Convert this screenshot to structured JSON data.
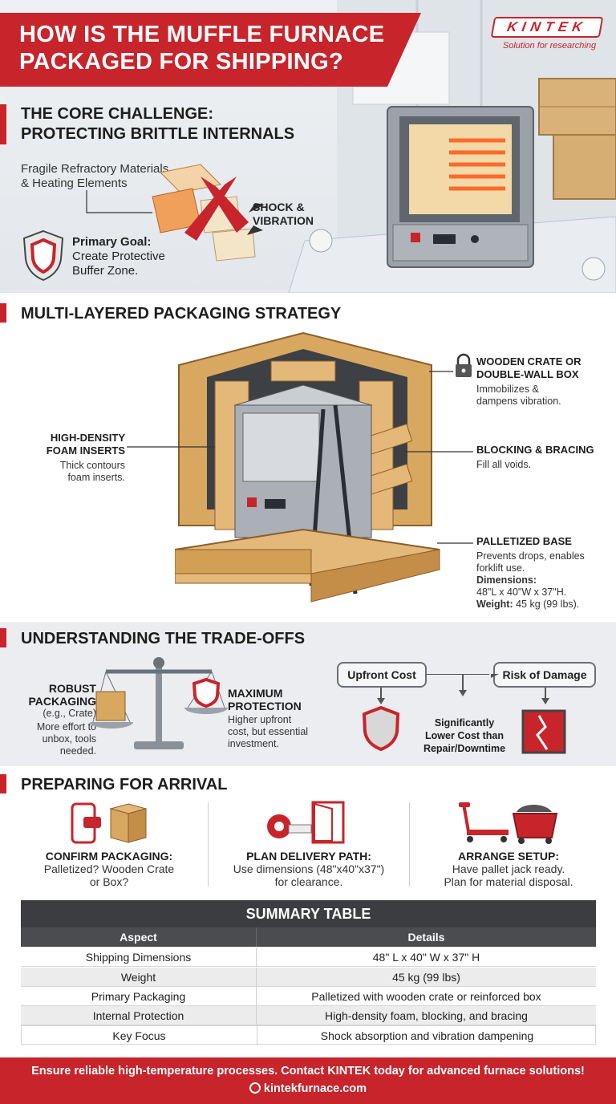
{
  "header": {
    "title_line1": "HOW IS THE MUFFLE FURNACE",
    "title_line2": "PACKAGED FOR SHIPPING?",
    "logo": "KINTEK",
    "logo_tagline": "Solution for researching"
  },
  "core": {
    "title_line1": "THE CORE CHALLENGE:",
    "title_line2": "PROTECTING BRITTLE INTERNALS",
    "fragile_line1": "Fragile Refractory Materials",
    "fragile_line2": "& Heating Elements",
    "shock_line1": "SHOCK &",
    "shock_line2": "VIBRATION",
    "goal_bold": "Primary Goal:",
    "goal_line2": "Create Protective",
    "goal_line3": "Buffer Zone."
  },
  "strategy": {
    "title": "MULTI-LAYERED PACKAGING STRATEGY",
    "foam_h1": "HIGH-DENSITY",
    "foam_h2": "FOAM INSERTS",
    "foam_b1": "Thick contours",
    "foam_b2": "foam inserts.",
    "crate_h1": "WOODEN CRATE OR",
    "crate_h2": "DOUBLE-WALL BOX",
    "crate_b1": "Immobilizes &",
    "crate_b2": "dampens vibration.",
    "block_h": "BLOCKING & BRACING",
    "block_b": "Fill all voids.",
    "pallet_h": "PALLETIZED BASE",
    "pallet_b1": "Prevents drops, enables",
    "pallet_b2": "forklift use.",
    "dim_label": "Dimensions:",
    "dim_value": "48\"L x 40\"W x 37\"H.",
    "weight_label": "Weight:",
    "weight_value": "45 kg (99 lbs)."
  },
  "tradeoffs": {
    "title": "UNDERSTANDING THE TRADE-OFFS",
    "robust_h1": "ROBUST",
    "robust_h2": "PACKAGING",
    "robust_eg": "(e.g., Crate)",
    "robust_b1": "More effort to",
    "robust_b2": "unbox, tools",
    "robust_b3": "needed.",
    "max_h1": "MAXIMUM",
    "max_h2": "PROTECTION",
    "max_b1": "Higher upfront",
    "max_b2": "cost, but essential",
    "max_b3": "investment.",
    "pill_cost": "Upfront Cost",
    "pill_risk": "Risk of Damage",
    "lower_1": "Significantly",
    "lower_2": "Lower Cost than",
    "lower_3": "Repair/Downtime"
  },
  "arrival": {
    "title": "PREPARING FOR ARRIVAL",
    "items": [
      {
        "h": "CONFIRM PACKAGING:",
        "b1": "Palletized? Wooden Crate",
        "b2": "or Box?"
      },
      {
        "h": "PLAN DELIVERY PATH:",
        "b1": "Use dimensions (48\"x40\"x37\")",
        "b2": "for clearance."
      },
      {
        "h": "ARRANGE SETUP:",
        "b1": "Have pallet jack ready.",
        "b2": "Plan for material disposal."
      }
    ]
  },
  "table": {
    "caption": "SUMMARY TABLE",
    "headers": [
      "Aspect",
      "Details"
    ],
    "rows": [
      [
        "Shipping Dimensions",
        "48\" L x 40\" W x 37\" H"
      ],
      [
        "Weight",
        "45 kg (99 lbs)"
      ],
      [
        "Primary Packaging",
        "Palletized with wooden crate or reinforced box"
      ],
      [
        "Internal Protection",
        "High-density foam, blocking, and bracing"
      ],
      [
        "Key Focus",
        "Shock absorption and vibration dampening"
      ]
    ]
  },
  "footer": {
    "cta": "Ensure reliable high-temperature processes. Contact KINTEK today for advanced furnace solutions!",
    "url": "kintekfurnace.com"
  },
  "colors": {
    "accent": "#c8242b",
    "dark": "#3b3d40",
    "wood": "#d9a860"
  }
}
